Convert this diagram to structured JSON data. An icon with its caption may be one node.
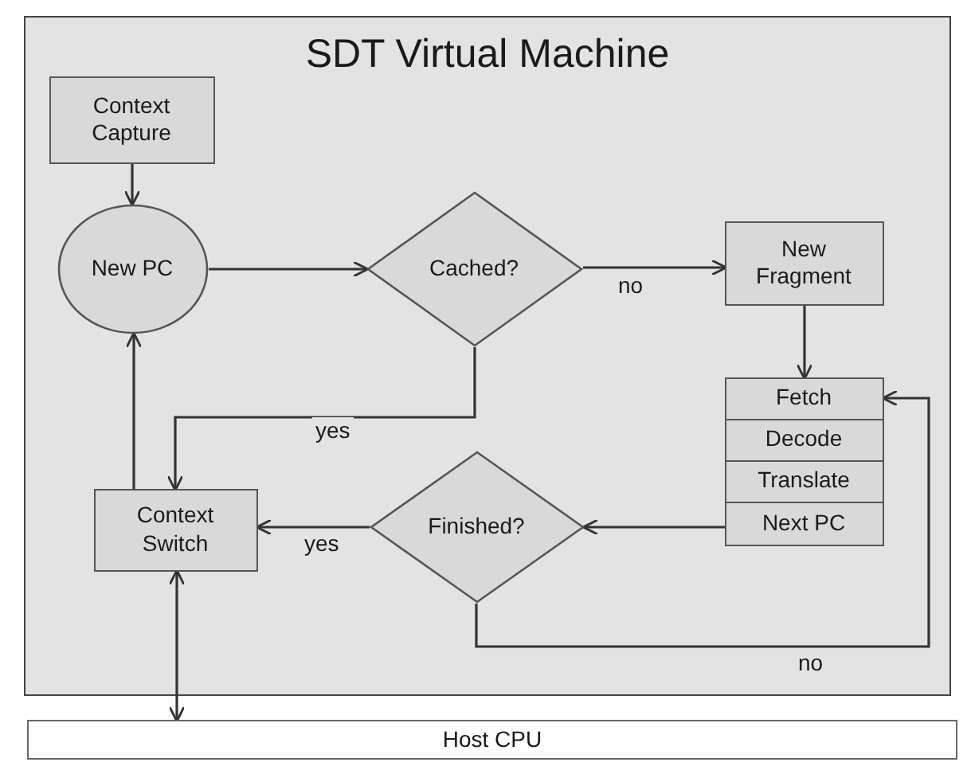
{
  "diagram": {
    "nodes": [
      {
        "text": [
          "SDT Virtual Machine"
        ]
      },
      {
        "text": [
          "Context Capture"
        ],
        "in": 0
      },
      {
        "text": [
          "New PC"
        ],
        "in": 0
      },
      {
        "text": [
          "Cached?"
        ],
        "in": 0
      },
      {
        "text": [
          "New Fragment"
        ],
        "in": 0
      },
      {
        "text": [
          "Fetch"
        ],
        "in": 0
      },
      {
        "text": [
          "Decode"
        ],
        "in": 0
      },
      {
        "text": [
          "Translate"
        ],
        "in": 0
      },
      {
        "text": [
          "Next PC"
        ],
        "in": 0
      },
      {
        "text": [
          "Context Switch"
        ],
        "in": 0
      },
      {
        "text": [
          "Finished?"
        ],
        "in": 0
      },
      {
        "text": [
          "Host CPU"
        ]
      }
    ],
    "edges": [
      {
        "from": 1,
        "to": 2,
        "arrow": "to"
      },
      {
        "from": 2,
        "to": 3,
        "arrow": "to"
      },
      {
        "from": 3,
        "to": 4,
        "arrow": "to",
        "label": "no"
      },
      {
        "from": 4,
        "to": 5,
        "arrow": "to"
      },
      {
        "from": 3,
        "to": 9,
        "arrow": "to",
        "label": "yes"
      },
      {
        "from": 8,
        "to": 10,
        "arrow": "to"
      },
      {
        "from": 10,
        "to": 9,
        "arrow": "to",
        "label": "yes"
      },
      {
        "from": 10,
        "to": 5,
        "arrow": "to",
        "label": "no"
      },
      {
        "from": 9,
        "to": 2,
        "arrow": "to"
      },
      {
        "from": 9,
        "to": 11,
        "arrow": "both"
      }
    ]
  }
}
